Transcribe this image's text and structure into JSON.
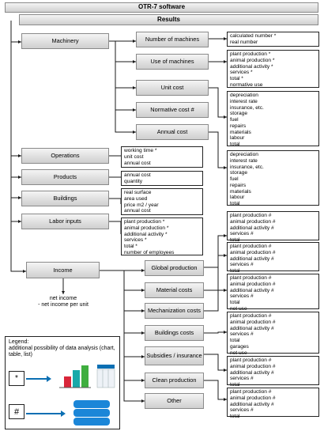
{
  "header": {
    "title": "OTR-7 software",
    "results": "Results"
  },
  "nodes": {
    "machinery": "Machinery",
    "number_of_machines": "Number of machines",
    "use_of_machines": "Use of machines",
    "unit_cost": "Unit cost",
    "normative_cost": "Normative cost #",
    "annual_cost": "Annual cost",
    "operations": "Operations",
    "products": "Products",
    "buildings": "Buildings",
    "labor_inputs": "Labor inputs",
    "income": "Income",
    "global_production": "Global production",
    "material_costs": "Material costs",
    "mechanization_costs": "Mechanization costs",
    "buildings_costs": "Buildings costs",
    "subsidies_insurance": "Subsidies / insurance",
    "clean_production": "Clean production",
    "other": "Other"
  },
  "lists": {
    "number_of_machines": [
      "calculated number *",
      "real number"
    ],
    "use_of_machines": [
      "plant production *",
      "animal production *",
      "additional activity *",
      "services *",
      "total *",
      "normative use"
    ],
    "unit_cost": [
      "depreciation",
      "interest rate",
      "insurance, etc.",
      "storage",
      "fuel",
      "repairs",
      "materials",
      "labour",
      "total"
    ],
    "annual_cost": [
      "depreciation",
      "interest rate",
      "insurance, etc.",
      "storage",
      "fuel",
      "repairs",
      "materials",
      "labour",
      "total"
    ],
    "operations": [
      "working time *",
      "unit cost",
      "annual cost"
    ],
    "products": [
      "annual cost",
      "quantity"
    ],
    "buildings": [
      "real surface",
      "area used",
      "price m2 / year",
      "annual cost"
    ],
    "labor_inputs": [
      "plant production *",
      "animal production *",
      "additional activity *",
      "services *",
      "total *",
      "number of employees"
    ],
    "income": [
      "net income",
      "- net income per unit"
    ],
    "global_production": [
      "plant production #",
      "animal production #",
      "additional activity #",
      "services #",
      "total"
    ],
    "material_costs": [
      "plant production #",
      "animal production #",
      "additional activity #",
      "services #",
      "total"
    ],
    "mechanization_costs": [
      "plant production #",
      "animal production #",
      "additional activity #",
      "services #",
      "total",
      "not use"
    ],
    "buildings_costs": [
      "plant production #",
      "animal production #",
      "additional activity #",
      "services #",
      "total",
      "garages",
      "not use"
    ],
    "subsidies_insurance": [
      "plant production #",
      "animal production #",
      "additional activity #",
      "services #",
      "total"
    ],
    "clean_production": [
      "plant production #",
      "animal production #",
      "additional activity #",
      "services #",
      "total"
    ]
  },
  "legend": {
    "title": "Legend:",
    "text": "additional possibility of data analysis (chart, table, list)",
    "symbol_star": "*",
    "symbol_hash": "#"
  },
  "colors": {
    "accent": "#0b6fb3",
    "chart_teal": "#18a9a9",
    "chart_red": "#d9263a",
    "chart_green": "#3fae3f",
    "db_blue": "#1b86d8"
  }
}
